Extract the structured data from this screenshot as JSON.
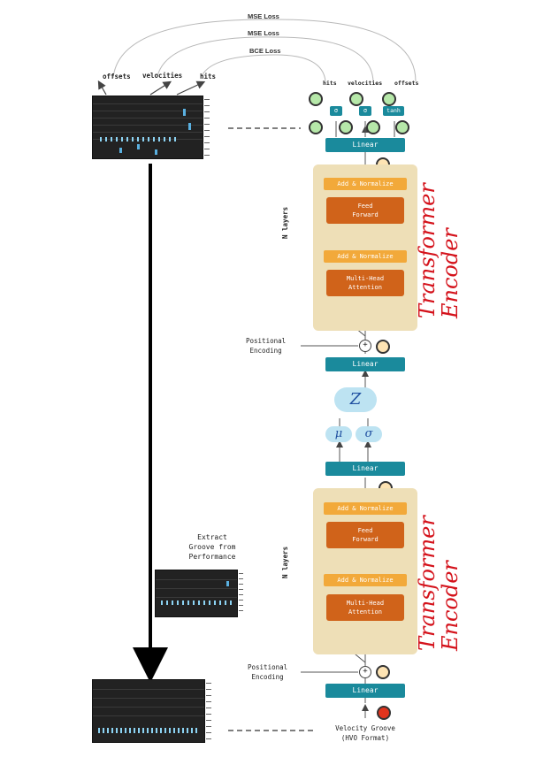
{
  "losses": {
    "mse1": "MSE Loss",
    "mse2": "MSE Loss",
    "bce": "BCE Loss"
  },
  "top_roll_labels": {
    "offsets": "offsets",
    "velocities": "velocities",
    "hits": "hits"
  },
  "decoder_outputs": {
    "hits": "hits",
    "velocities": "velocities",
    "offsets": "offsets"
  },
  "activations": {
    "sigma1": "σ",
    "sigma2": "σ",
    "tanh": "tanh"
  },
  "blocks": {
    "linear_out": "Linear",
    "add_norm": "Add & Normalize",
    "ff_line1": "Feed",
    "ff_line2": "Forward",
    "mha_line1": "Multi-Head",
    "mha_line2": "Attention",
    "n_layers": "N layers",
    "pos_line1": "Positional",
    "pos_line2": "Encoding",
    "linear_in": "Linear",
    "mid_linear": "Linear"
  },
  "latent": {
    "z": "Z",
    "mu": "μ",
    "sigma": "σ"
  },
  "handwriting": {
    "decoder_label": "Transformer Encoder",
    "encoder_label": "Transformer Encoder"
  },
  "extract": {
    "line1": "Extract",
    "line2": "Groove from",
    "line3": "Performance"
  },
  "input": {
    "line1": "Velocity Groove",
    "line2": "(HVO Format)"
  },
  "colors": {
    "teal": "#1a8a9c",
    "orange_block": "#d0631a",
    "add_norm": "#f2a93a",
    "beige": "#eedfb7",
    "circle_green": "#b6e8a9",
    "circle_peach": "#fde3b3",
    "circle_red": "#e0341d",
    "handwriting": "#d4121b",
    "latent_blue": "#bde3f2"
  }
}
